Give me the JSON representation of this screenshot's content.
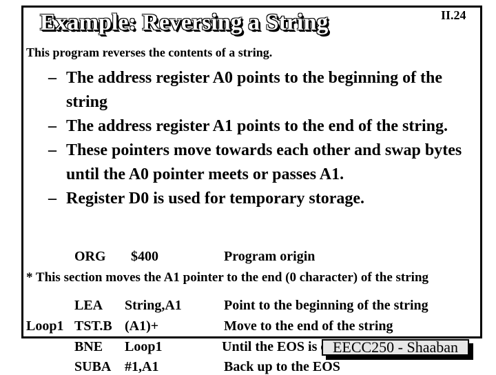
{
  "slide": {
    "title": "Example:  Reversing a String",
    "number": "II.24",
    "intro": "This program reverses the contents of a string.",
    "bullets": [
      {
        "dash": "–",
        "text": "The address register A0  points to the beginning of the string"
      },
      {
        "dash": "–",
        "text": "The address register A1 points to the end of the string."
      },
      {
        "dash": "–",
        "text": "These pointers move towards each other and  swap bytes until the A0 pointer meets or passes A1."
      },
      {
        "dash": "–",
        "text": "Register D0 is used for temporary storage."
      }
    ],
    "code": {
      "org_op": "ORG",
      "org_arg": "$400",
      "org_comment": "Program origin",
      "section_comment": "* This section moves the A1 pointer to the end (0 character) of the string",
      "lines": [
        {
          "label": "",
          "op": "LEA",
          "arg": "String,A1",
          "comment": "Point to the beginning of the string"
        },
        {
          "label": "Loop1",
          "op": "TST.B",
          "arg": "(A1)+",
          "comment": "Move to the end of the string"
        },
        {
          "label": "",
          "op": "BNE",
          "arg": "Loop1",
          "comment": "Until the EOS is encountered"
        },
        {
          "label": "",
          "op": "SUBA",
          "arg": "#1,A1",
          "comment": "Back up to the EOS"
        }
      ]
    },
    "footer": "EECC250 - Shaaban"
  }
}
